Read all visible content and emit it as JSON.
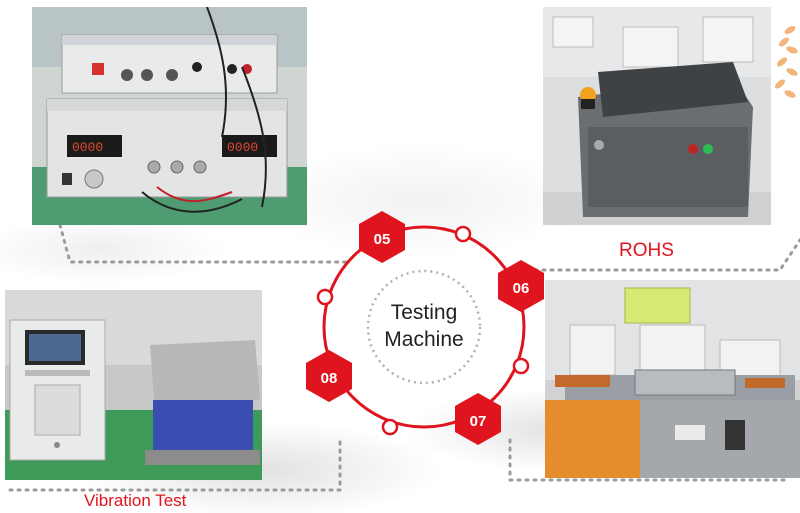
{
  "center": {
    "line1": "Testing",
    "line2": "Machine"
  },
  "badges": [
    "05",
    "06",
    "07",
    "08"
  ],
  "labels": {
    "rohs": "ROHS",
    "vibration": "Vibration Test"
  },
  "photos": [
    {
      "icon": "power-supply-tester-photo"
    },
    {
      "icon": "rohs-analyzer-photo"
    },
    {
      "icon": "vibration-tester-photo"
    },
    {
      "icon": "switch-life-tester-photo"
    }
  ],
  "colors": {
    "accent": "#e0141e",
    "dots": "#8a8a8a"
  }
}
